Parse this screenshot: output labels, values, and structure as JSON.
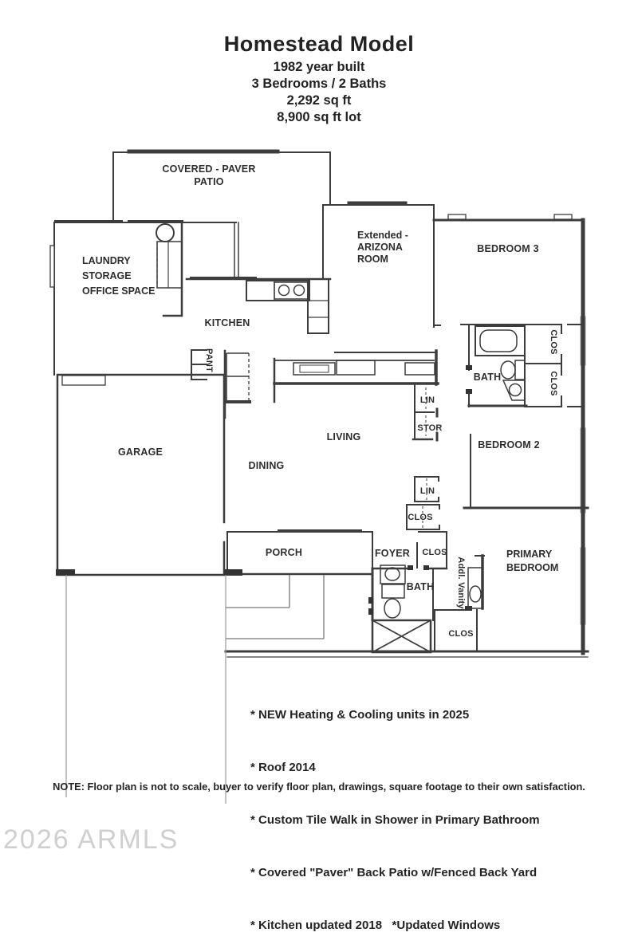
{
  "header": {
    "title": "Homestead Model",
    "subtitle_lines": [
      "1982 year built",
      "3 Bedrooms / 2 Baths",
      "2,292 sq ft",
      "8,900 sq ft lot"
    ]
  },
  "floorplan": {
    "labels": {
      "patio": [
        "COVERED - PAVER",
        "PATIO"
      ],
      "laundry": [
        "LAUNDRY",
        "STORAGE",
        "OFFICE SPACE"
      ],
      "arizona": [
        "Extended -",
        "ARIZONA",
        "ROOM"
      ],
      "bedroom3": "BEDROOM 3",
      "kitchen": "KITCHEN",
      "pantry": "PANT",
      "bath_upper": "BATH",
      "clos_u1": "CLOS",
      "clos_u2": "CLOS",
      "lin1": "LIN",
      "stor": "STOR",
      "garage": "GARAGE",
      "living": "LIVING",
      "dining": "DINING",
      "bedroom2": "BEDROOM 2",
      "lin2": "LIN",
      "clos_mid": "CLOS",
      "porch": "PORCH",
      "foyer": "FOYER",
      "clos_foyer": "CLOS",
      "primary": [
        "PRIMARY",
        "BEDROOM"
      ],
      "bath_lower": "BATH",
      "addl_vanity": "Addl. Vanity",
      "clos_lower": "CLOS"
    },
    "colors": {
      "wall": "#3c3c3c",
      "label_text": "#2d2d2d",
      "watermark_gray": "#cfcfcf"
    }
  },
  "notes": [
    "* NEW Heating & Cooling units in 2025",
    "* Roof 2014",
    "* Custom Tile Walk in Shower in Primary Bathroom",
    "* Covered \"Paver\" Back Patio w/Fenced Back Yard",
    "* Kitchen updated 2018   *Updated Windows"
  ],
  "disclaimer": "NOTE: Floor plan is not to scale, buyer to verify floor plan, drawings, square footage to their own satisfaction.",
  "watermark": "2026 ARMLS"
}
